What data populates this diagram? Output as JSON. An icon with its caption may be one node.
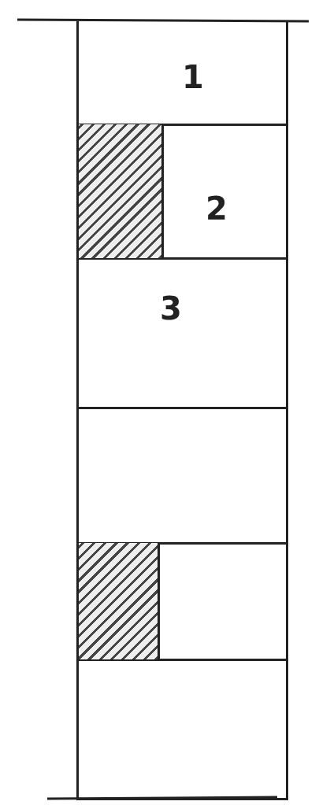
{
  "diagram": {
    "nodes": [
      {
        "text": [
          "1"
        ]
      },
      {
        "text": [
          "2"
        ]
      },
      {
        "text": [],
        "shape": "box",
        "in": 1
      },
      {
        "text": [
          "3"
        ]
      },
      {
        "text": [],
        "shape": "box"
      },
      {
        "text": [],
        "shape": "box"
      },
      {
        "text": [],
        "shape": "box",
        "in": 5
      },
      {
        "text": [],
        "shape": "box"
      }
    ]
  }
}
